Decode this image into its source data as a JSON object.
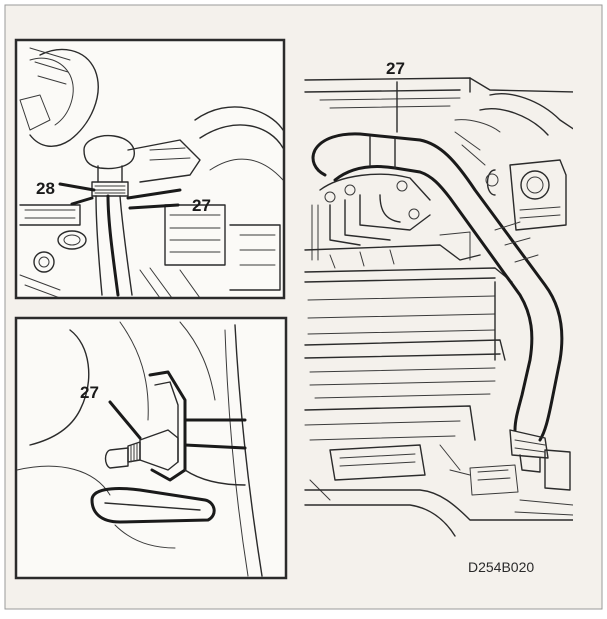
{
  "figure_code": "D254B020",
  "panels": {
    "top_left": {
      "labels": [
        "28",
        "27"
      ]
    },
    "bottom_left": {
      "labels": [
        "27"
      ]
    },
    "right": {
      "labels": [
        "27"
      ]
    }
  },
  "colors": {
    "background": "#f4f1ec",
    "frame": "#2b2b2b",
    "line": "#2b2b2b"
  }
}
